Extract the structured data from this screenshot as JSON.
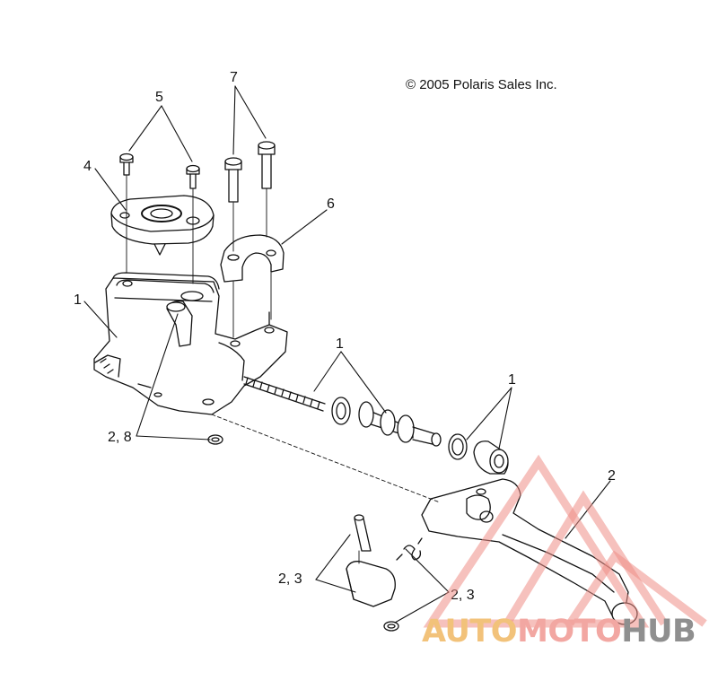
{
  "copyright": "© 2005 Polaris Sales Inc.",
  "callouts": {
    "c1_left": "1",
    "c1_mid": "1",
    "c1_right": "1",
    "c2_right": "2",
    "c23_left": "2,  3",
    "c23_right": "2,  3",
    "c28": "2, 8",
    "c4": "4",
    "c5": "5",
    "c6": "6",
    "c7": "7"
  },
  "watermark": {
    "part1": "AUTO",
    "part2": "MOTO",
    "part3": "HUB",
    "colors": {
      "auto": "#f2c27a",
      "moto": "#f2a7a2",
      "hub": "#8f8f8f",
      "triangle": "#ee8e86"
    }
  }
}
